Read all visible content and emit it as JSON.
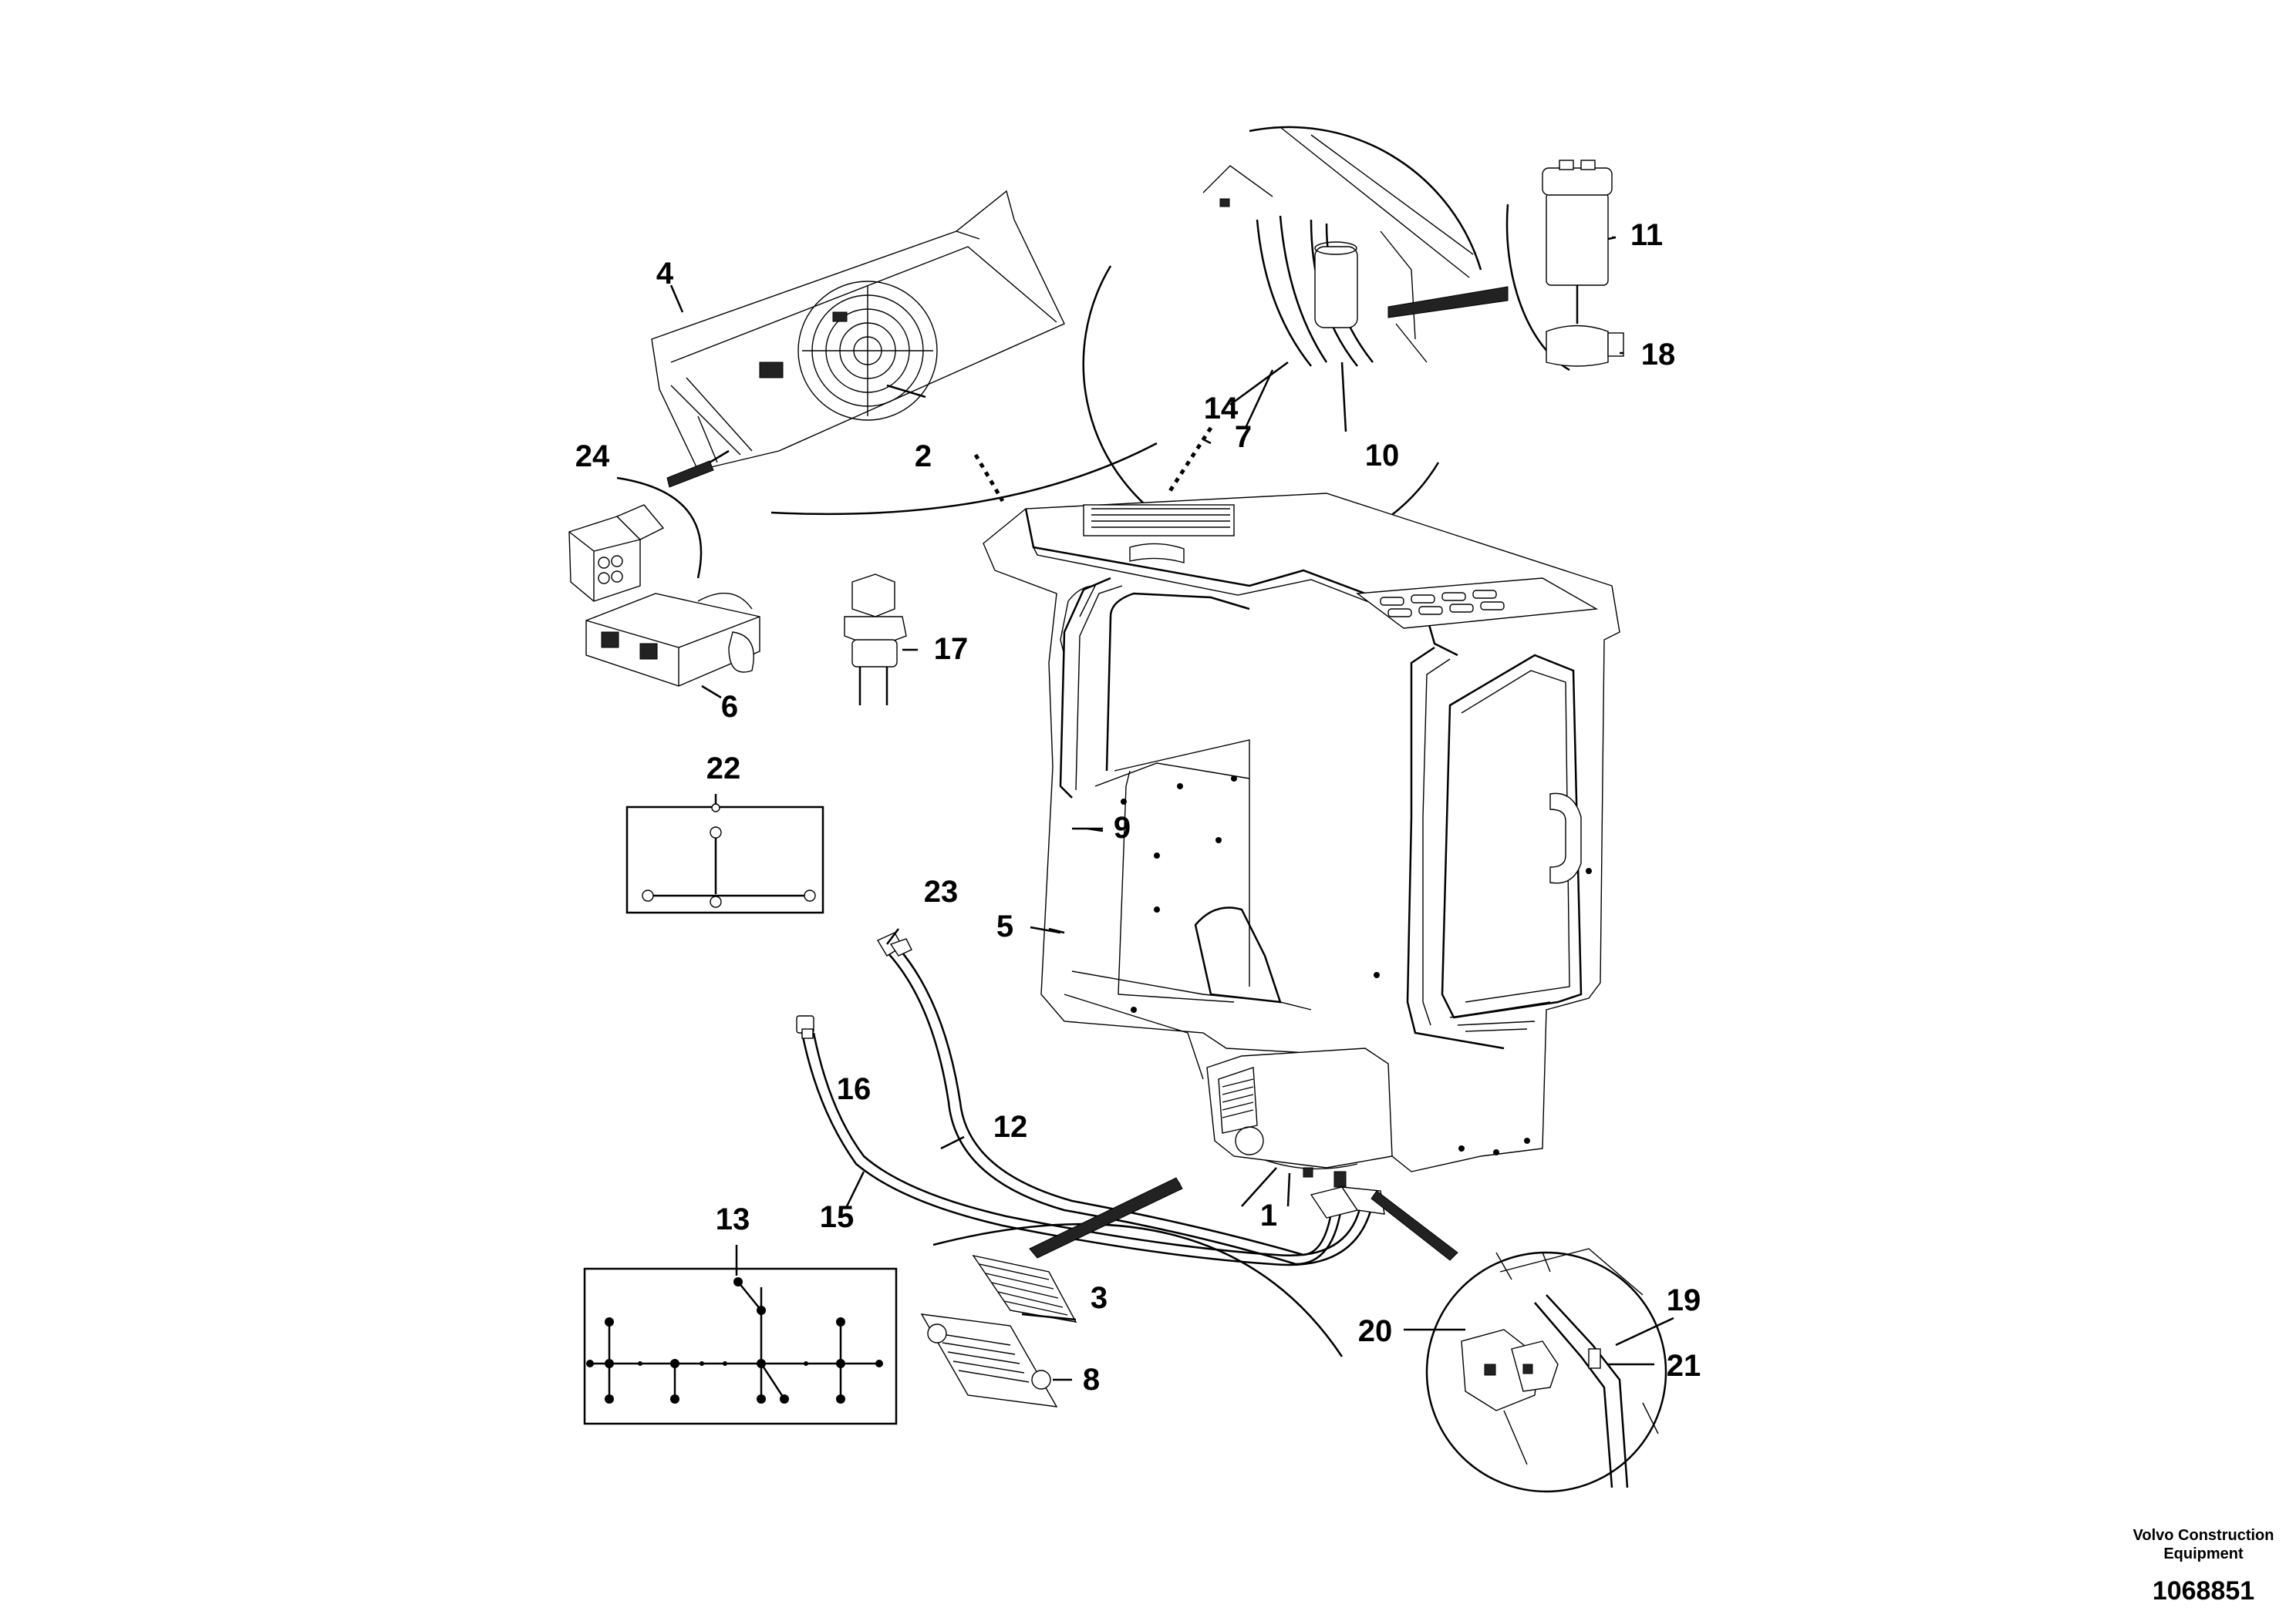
{
  "callouts": [
    "1",
    "2",
    "3",
    "4",
    "5",
    "6",
    "7",
    "8",
    "9",
    "10",
    "11",
    "12",
    "13",
    "14",
    "15",
    "16",
    "17",
    "18",
    "19",
    "20",
    "21",
    "22",
    "23",
    "24"
  ],
  "footer": {
    "brand_line1": "Volvo Construction",
    "brand_line2": "Equipment",
    "doc_number": "1068851"
  }
}
